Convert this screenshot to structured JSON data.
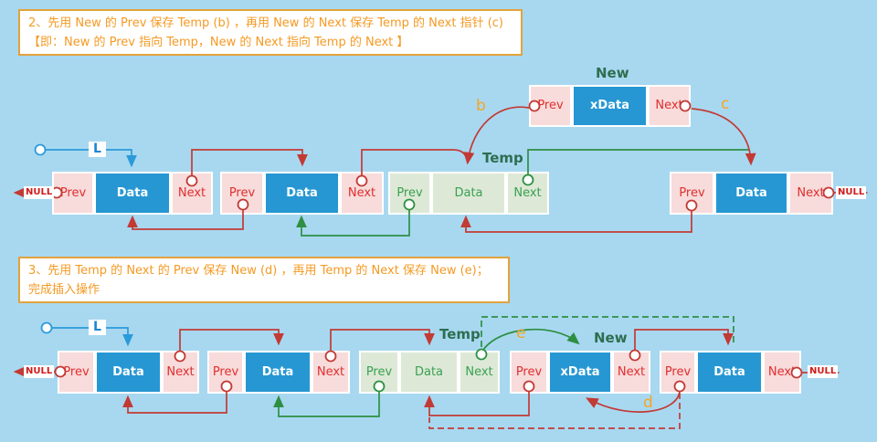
{
  "colors": {
    "background": "#a8d8f0",
    "title_bg": "#ffffff",
    "title_border": "#e2a33d",
    "title_text": "#f59a23",
    "pink_cell": "#f8dbdb",
    "blue_cell": "#2697d3",
    "green_cell": "#dde9d6",
    "red_text": "#e02f2f",
    "green_text": "#3aa053",
    "label_green": "#2e6e50",
    "red_line": "#c23a34",
    "green_line": "#2e8f43",
    "blue_line": "#2b9ada",
    "orange_label": "#f5a623",
    "null_text": "#cf1b1b",
    "l_text": "#1c86d1"
  },
  "step2_box": {
    "line1": "2、先用 New 的 Prev 保存 Temp (b) ，再用 New 的 Next 保存 Temp 的 Next 指针 (c)",
    "line2": "【即：New 的 Prev 指向 Temp，New 的 Next 指向 Temp 的 Next 】"
  },
  "step3_box": {
    "line1": "3、先用 Temp 的 Next 的 Prev 保存 New (d) ，再用 Temp 的 Next 保存 New (e)；",
    "line2": "完成插入操作"
  },
  "labels": {
    "l_pointer": "L",
    "null": "NULL",
    "new": "New",
    "temp": "Temp",
    "b": "b",
    "c": "c",
    "d": "d",
    "e": "e"
  },
  "diagram1": {
    "nodes": [
      {
        "prev": "Prev",
        "data": "Data",
        "next": "Next"
      },
      {
        "prev": "Prev",
        "data": "Data",
        "next": "Next"
      },
      {
        "prev": "Prev",
        "data": "Data",
        "next": "Next"
      },
      {
        "prev": "Prev",
        "data": "Data",
        "next": "Next"
      }
    ],
    "new_node": {
      "prev": "Prev",
      "data": "xData",
      "next": "Next"
    }
  },
  "diagram2": {
    "nodes": [
      {
        "prev": "Prev",
        "data": "Data",
        "next": "Next"
      },
      {
        "prev": "Prev",
        "data": "Data",
        "next": "Next"
      },
      {
        "prev": "Prev",
        "data": "Data",
        "next": "Next"
      },
      {
        "prev": "Prev",
        "data": "Data",
        "next": "Next"
      }
    ],
    "new_node": {
      "prev": "Prev",
      "data": "xData",
      "next": "Next"
    }
  }
}
